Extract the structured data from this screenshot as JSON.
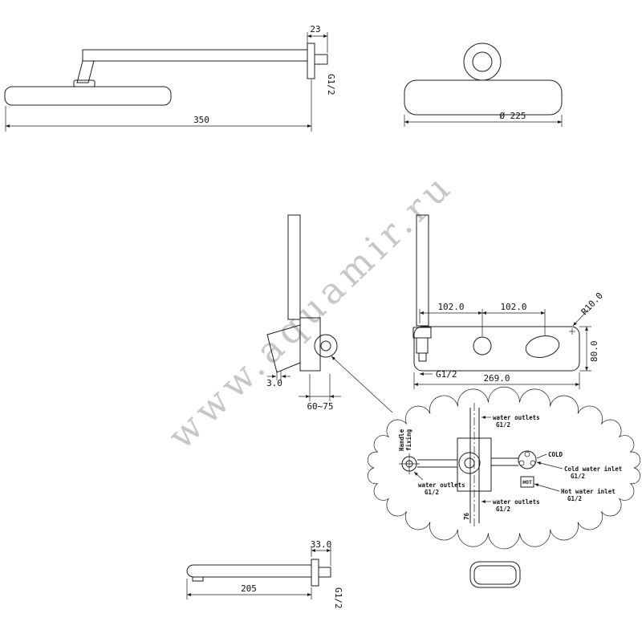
{
  "watermark": "www.aquamir.ru",
  "shower_arm_view": {
    "dim_end_width": "23",
    "thread": "G1/2",
    "dim_length": "350"
  },
  "shower_head_view": {
    "dim_diameter": "Ø 225"
  },
  "mixer_side_view": {
    "dim_plate_thickness": "3.0",
    "dim_embed_depth": "60~75"
  },
  "mixer_front_view": {
    "dim_left_span": "102.0",
    "dim_right_span": "102.0",
    "dim_corner_radius": "R10.0",
    "dim_height": "80.0",
    "thread": "G1/2",
    "dim_width": "269.0"
  },
  "detail_view": {
    "outlet_top_l1": "water outlets",
    "outlet_top_l2": "G1/2",
    "outlet_left_l1": "water outlets",
    "outlet_left_l2": "G1/2",
    "outlet_bottom_l1": "water outlets",
    "outlet_bottom_l2": "G1/2",
    "cold_tag": "COLD",
    "hot_tag": "HOT",
    "cold_inlet_l1": "Cold water inlet",
    "cold_inlet_l2": "G1/2",
    "hot_inlet_l1": "Hot water inlet",
    "hot_inlet_l2": "G1/2",
    "handle_note_l1": "Handle",
    "handle_note_l2": "fixing",
    "pipe_note": "76"
  },
  "spout_view": {
    "dim_end_width": "33.0",
    "dim_length": "205",
    "thread": "G1/2"
  }
}
